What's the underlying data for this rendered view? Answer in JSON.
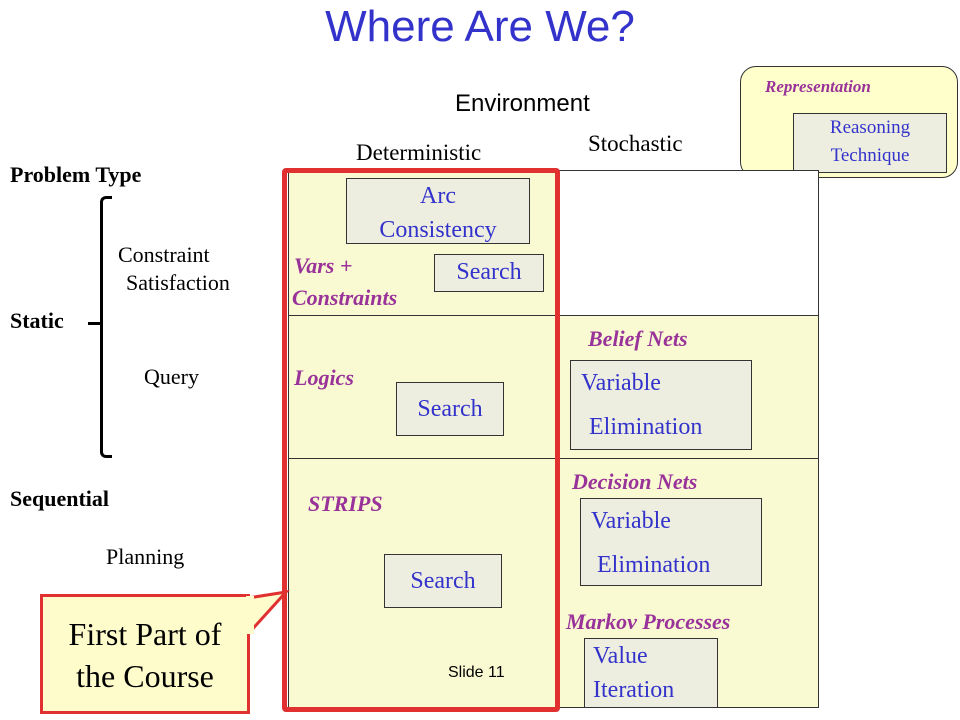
{
  "title": "Where Are We?",
  "environment_label": "Environment",
  "columns": {
    "deterministic": "Deterministic",
    "stochastic": "Stochastic"
  },
  "rows": {
    "problem_type": "Problem Type",
    "static": "Static",
    "constraint_satisfaction": [
      "Constraint",
      "Satisfaction"
    ],
    "query": "Query",
    "sequential": "Sequential",
    "planning": "Planning"
  },
  "cells": {
    "vars_constraints": [
      "Vars +",
      "Constraints"
    ],
    "arc_consistency": [
      "Arc",
      "Consistency"
    ],
    "search_csp": "Search",
    "logics": "Logics",
    "search_logic": "Search",
    "belief_nets": "Belief Nets",
    "ve_belief": [
      "Variable",
      "Elimination"
    ],
    "strips": "STRIPS",
    "search_planning": "Search",
    "decision_nets": "Decision Nets",
    "ve_decision": [
      "Variable",
      "Elimination"
    ],
    "markov_processes": "Markov Processes",
    "value_iteration": [
      "Value",
      "Iteration"
    ]
  },
  "legend": {
    "representation": "Representation",
    "reasoning_technique": [
      "Reasoning",
      "Technique"
    ]
  },
  "callout": [
    "First Part of",
    "the Course"
  ],
  "footer": "Slide 11",
  "colors": {
    "title": "#3333cc",
    "representation": "#993399",
    "technique": "#3333cc",
    "highlight": "#e03030",
    "cell": "#fafad2"
  }
}
